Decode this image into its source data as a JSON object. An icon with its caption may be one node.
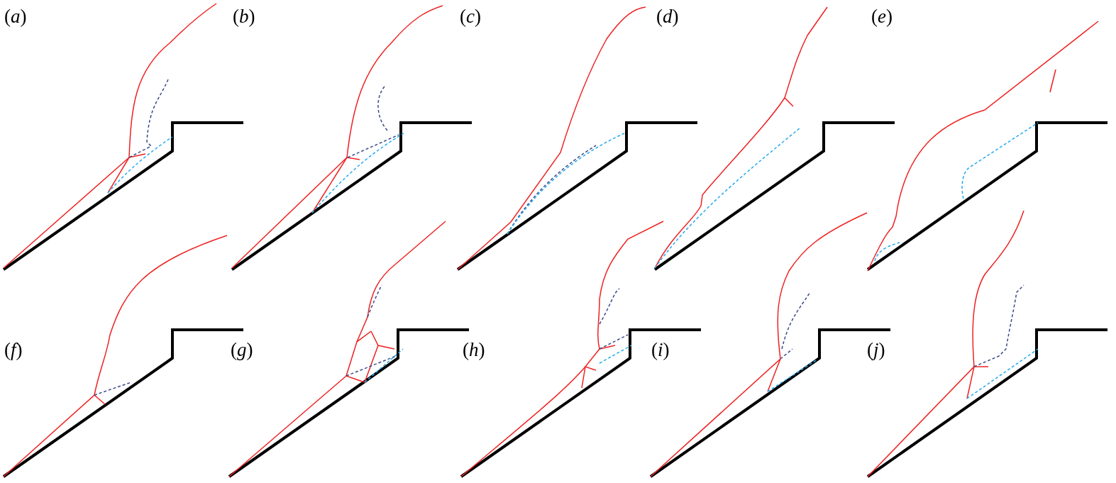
{
  "diagram": {
    "labels": [
      "(*a*)",
      "(*b*)",
      "(*c*)",
      "(*d*)",
      "(*e*)",
      "(*f*)",
      "(*g*)",
      "(*h*)",
      "(*i*)",
      "(*j*)"
    ]
  }
}
